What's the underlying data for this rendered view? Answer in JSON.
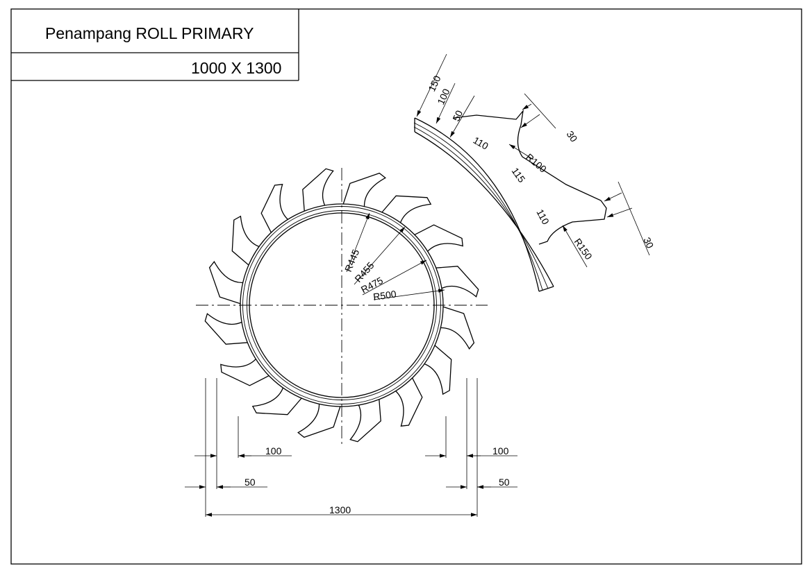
{
  "title_block": {
    "title": "Penampang ROLL PRIMARY",
    "size": "1000 X 1300"
  },
  "radius_labels": [
    "R445",
    "R455",
    "R475",
    "R500"
  ],
  "bottom_dims": {
    "left_100": "100",
    "left_50": "50",
    "right_100": "100",
    "right_50": "50",
    "overall": "1300"
  },
  "detail": {
    "d150": "150",
    "d100": "100",
    "d50": "50",
    "d110a": "110",
    "d115": "115",
    "d110b": "110",
    "r100": "R100",
    "r150": "R150",
    "d30a": "30",
    "d30b": "30"
  },
  "tooth_count": 16
}
